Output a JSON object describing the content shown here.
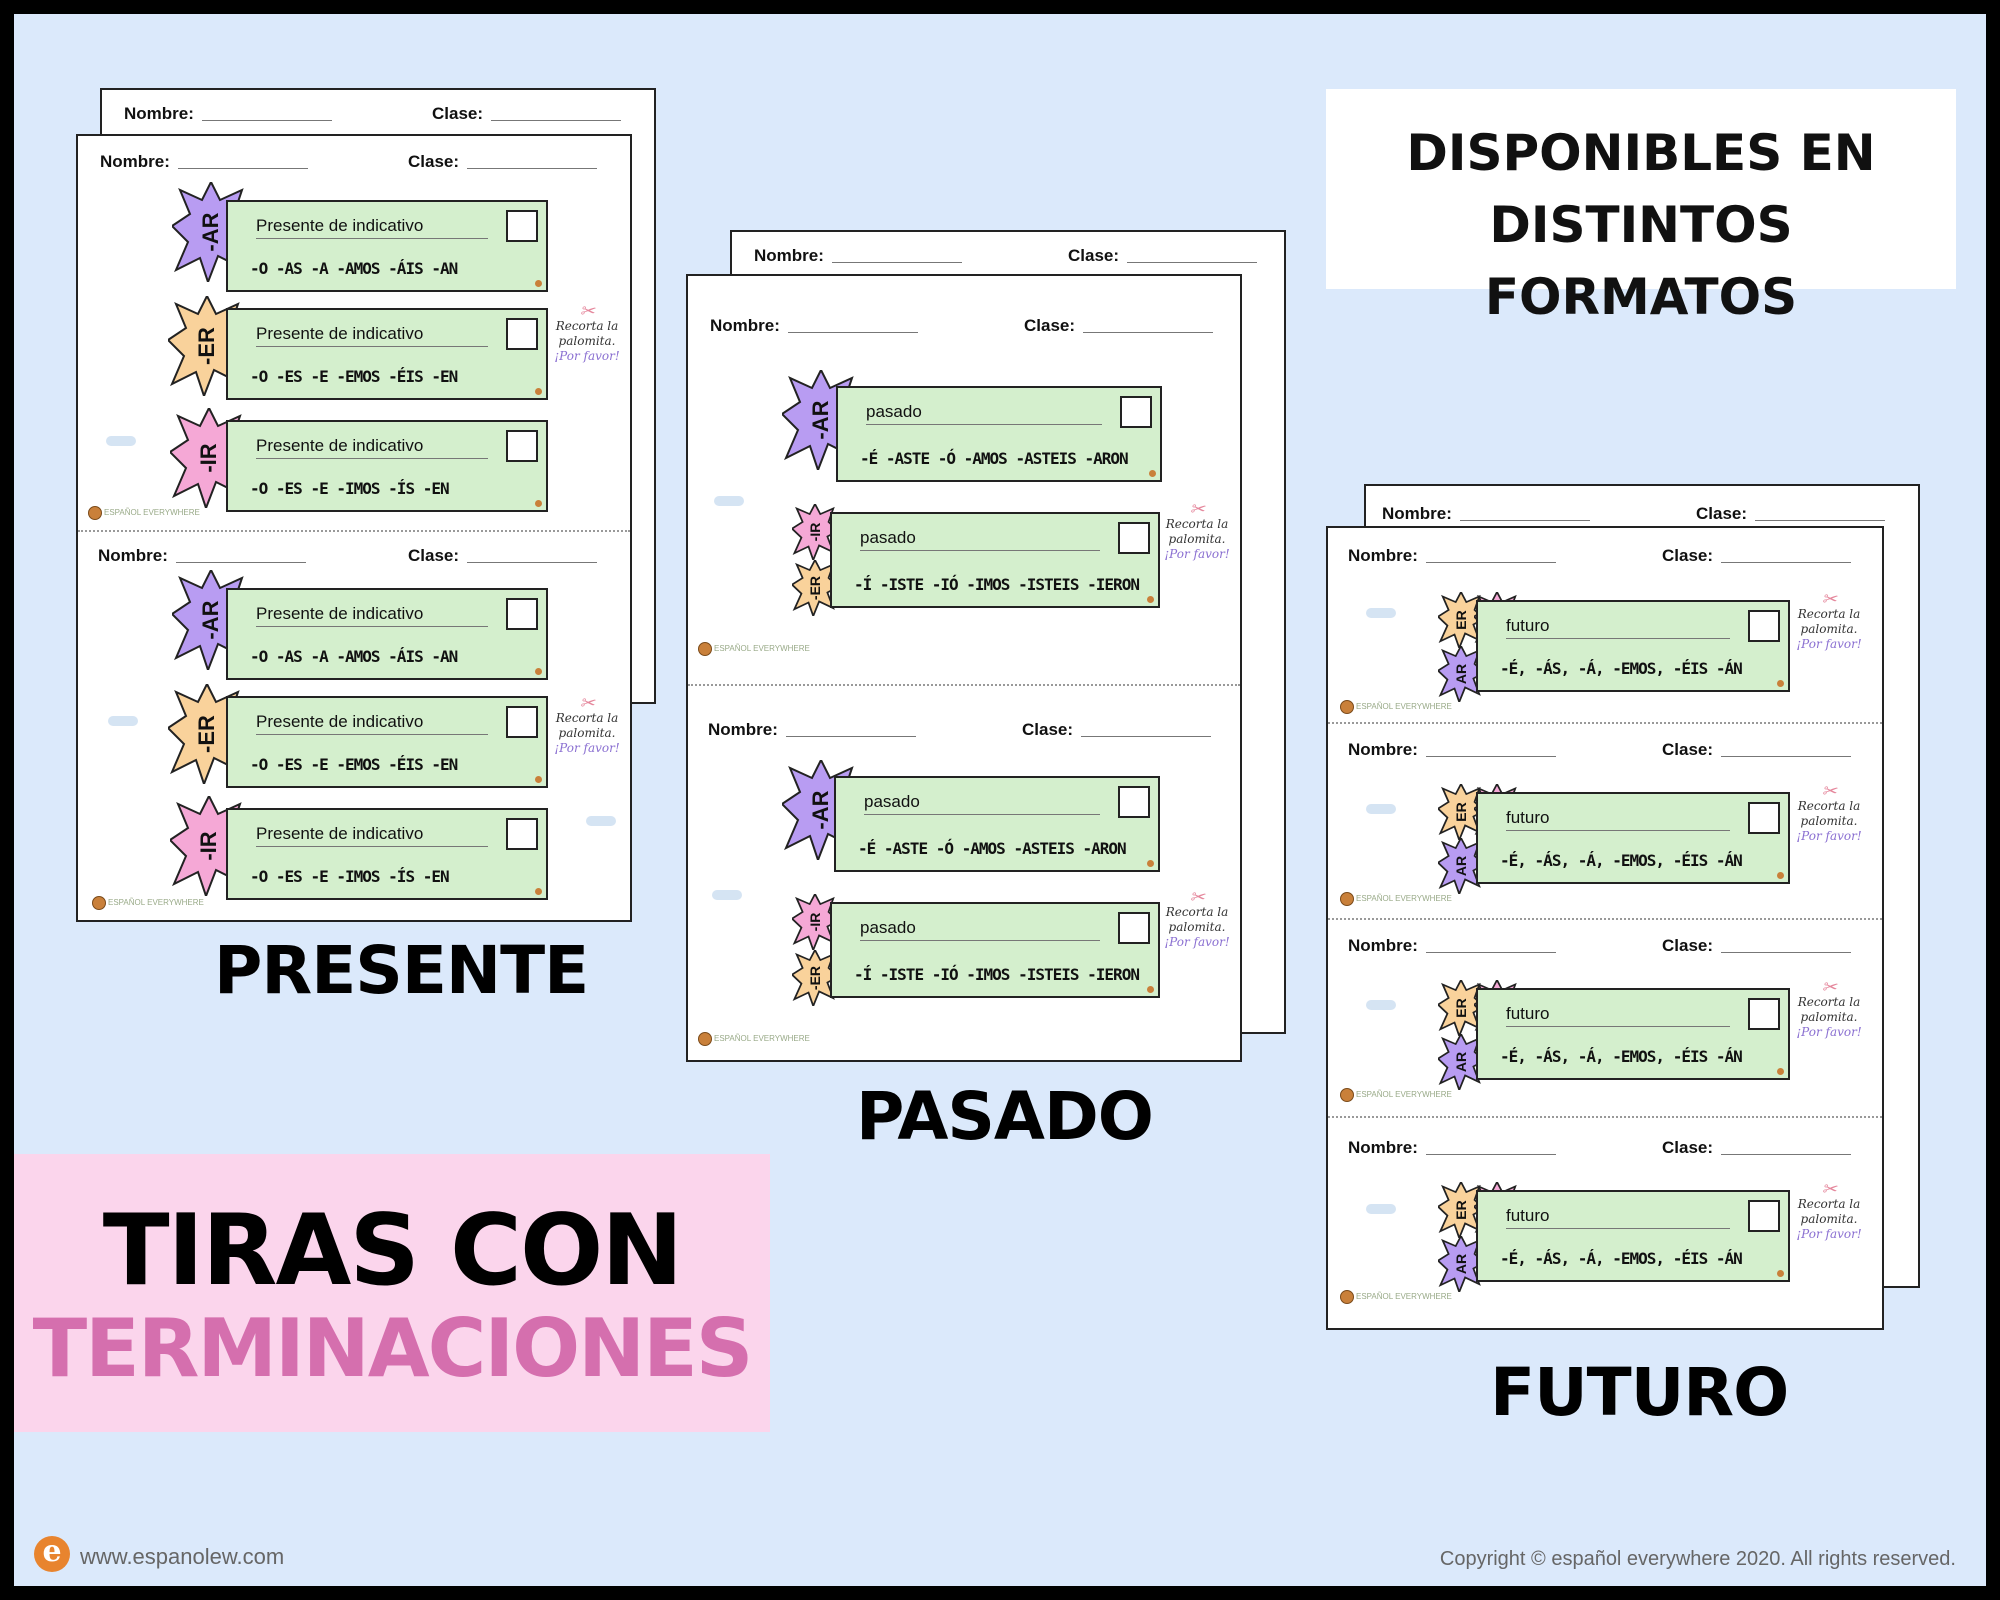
{
  "labels": {
    "nombre": "Nombre:",
    "clase": "Clase:"
  },
  "headline": {
    "line1": "DISPONIBLES EN",
    "line2": "DISTINTOS FORMATOS"
  },
  "promo": {
    "line1": "TIRAS CON",
    "line2": "TERMINACIONES"
  },
  "sections": {
    "presente": "PRESENTE",
    "pasado": "PASADO",
    "futuro": "FUTURO"
  },
  "verbs": {
    "ar": "-AR",
    "er": "-ER",
    "ir": "-IR",
    "ar_small": "AR",
    "er_small": "ER",
    "ir_small": "IR"
  },
  "presente": {
    "title": "Presente de indicativo",
    "ar": [
      "-O",
      "-AS",
      "-A",
      "-AMOS",
      "-ÁIS",
      "-AN"
    ],
    "er": [
      "-O",
      "-ES",
      "-E",
      "-EMOS",
      "-ÉIS",
      "-EN"
    ],
    "ir": [
      "-O",
      "-ES",
      "-E",
      "-IMOS",
      "-ÍS",
      "-EN"
    ]
  },
  "pasado": {
    "title": "pasado",
    "ar": [
      "-É",
      "-ASTE",
      "-Ó",
      "-AMOS",
      "-ASTEIS",
      "-ARON"
    ],
    "erir": [
      "-Í",
      "-ISTE",
      "-IÓ",
      "-IMOS",
      "-ISTEIS",
      "-IERON"
    ]
  },
  "futuro": {
    "title": "futuro",
    "ends": [
      "-É,",
      "-ÁS,",
      "-Á,",
      "-EMOS,",
      "-ÉIS",
      "-ÁN"
    ]
  },
  "note": {
    "line1": "Recorta la",
    "line2": "palomita.",
    "line3": "¡Por favor!"
  },
  "brand_small": "ESPAÑOL EVERYWHERE",
  "footer": {
    "website": "www.espanolew.com",
    "copyright": "Copyright © español everywhere 2020. All rights reserved.",
    "logo_letter": "e"
  },
  "colors": {
    "background": "#dbe9fb",
    "strip": "#d4efcd",
    "ar": "#b89cf2",
    "er": "#f9d29b",
    "ir": "#f5a8d6",
    "promo_bg": "#fbd5ec",
    "promo_accent": "#d56fae"
  }
}
